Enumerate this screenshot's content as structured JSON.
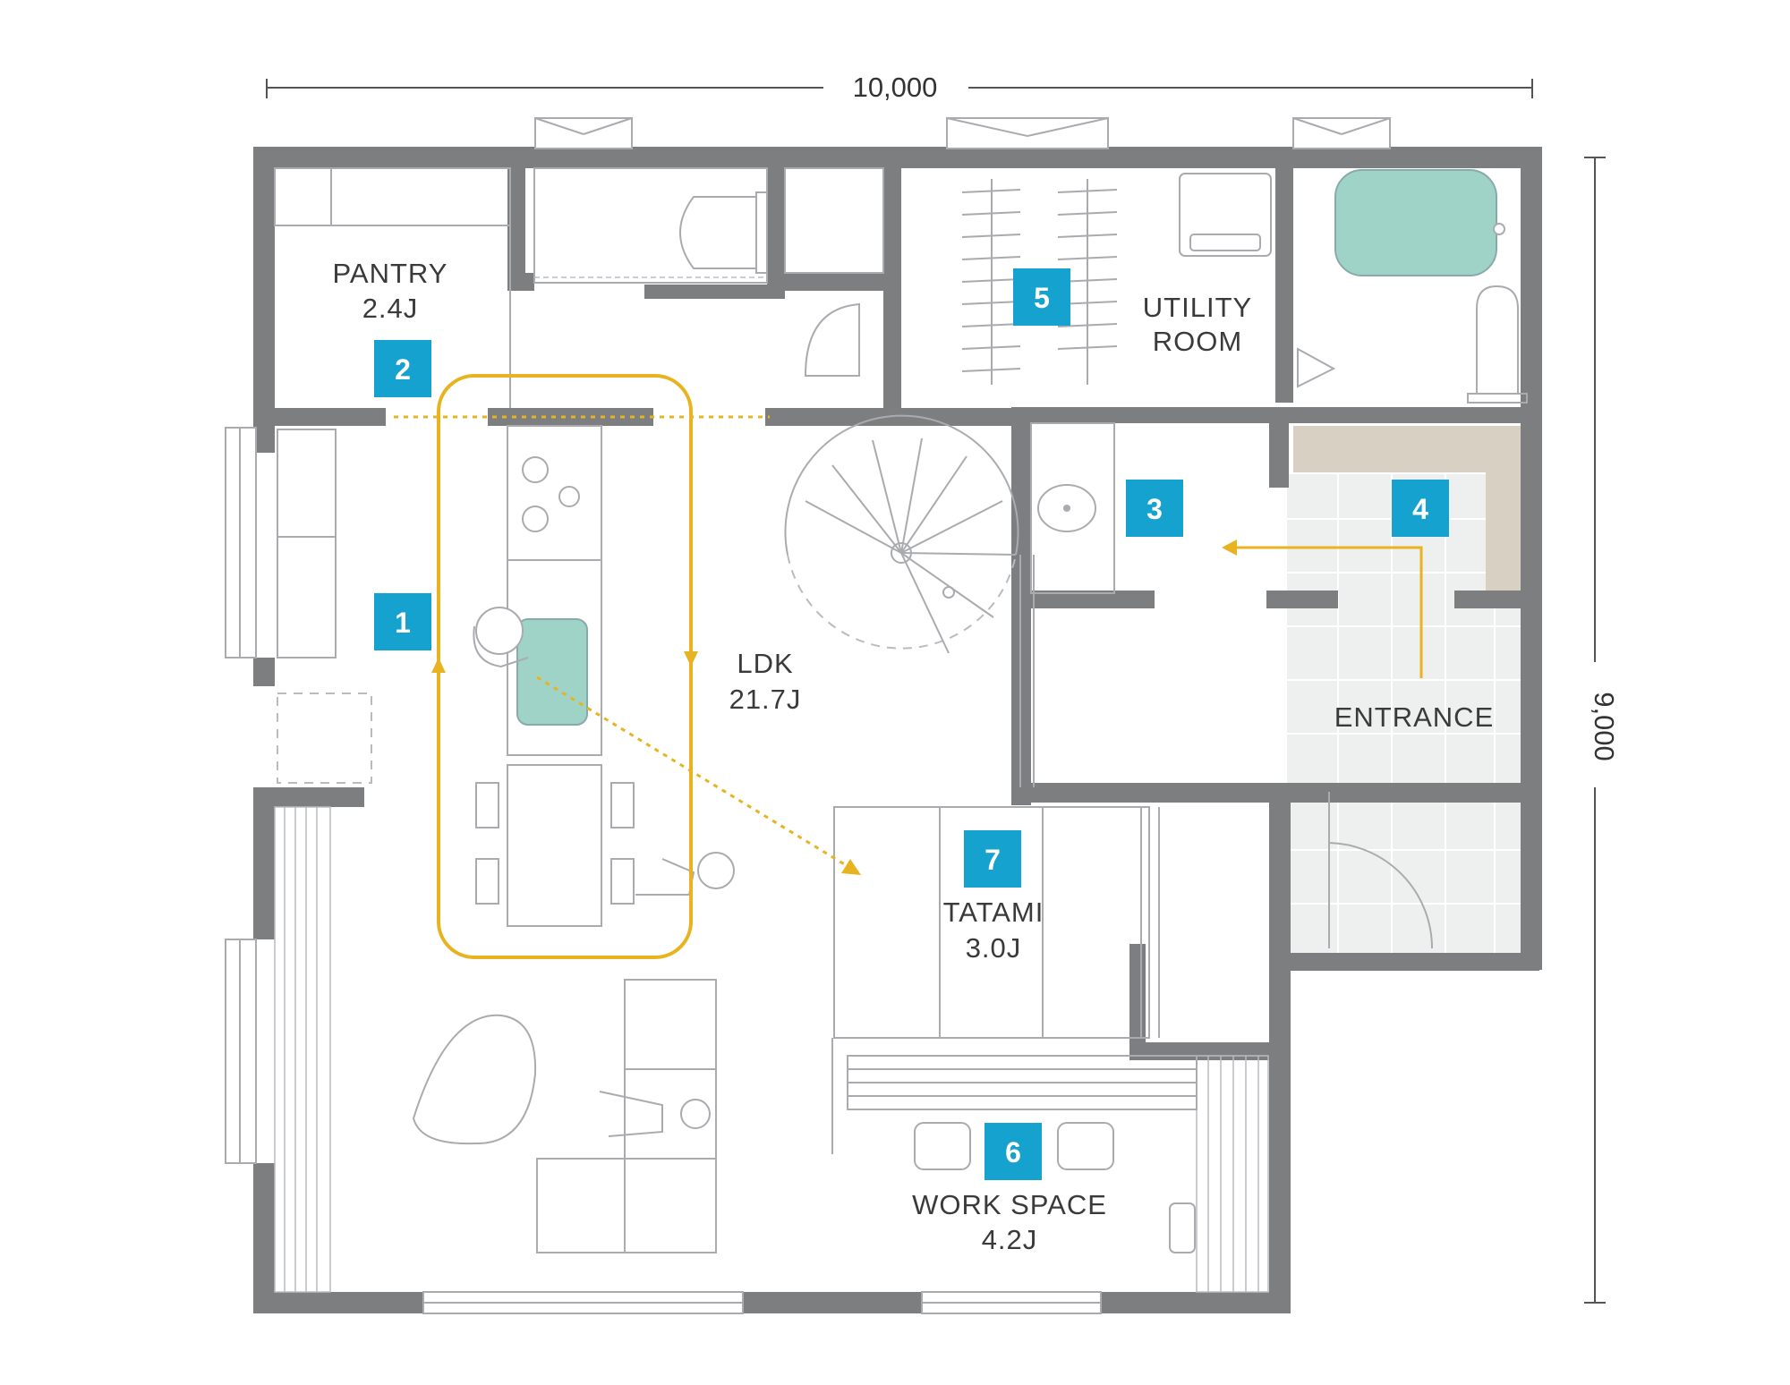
{
  "dimensions": {
    "width": "10,000",
    "height": "9,000"
  },
  "rooms": {
    "pantry": {
      "name": "PANTRY",
      "size": "2.4J"
    },
    "utility": {
      "name_line1": "UTILITY",
      "name_line2": "ROOM"
    },
    "ldk": {
      "name": "LDK",
      "size": "21.7J"
    },
    "entrance": {
      "name": "ENTRANCE"
    },
    "tatami": {
      "name": "TATAMI",
      "size": "3.0J"
    },
    "workspace": {
      "name": "WORK SPACE",
      "size": "4.2J"
    }
  },
  "markers": [
    "1",
    "2",
    "3",
    "4",
    "5",
    "6",
    "7"
  ],
  "colors": {
    "wall": "#7d7e80",
    "badge": "#16a2cf",
    "flow_path": "#e8b320",
    "water": "#9fd3c7",
    "entrance_tile": "#eef0f0",
    "stone": "#d9d0c4"
  }
}
